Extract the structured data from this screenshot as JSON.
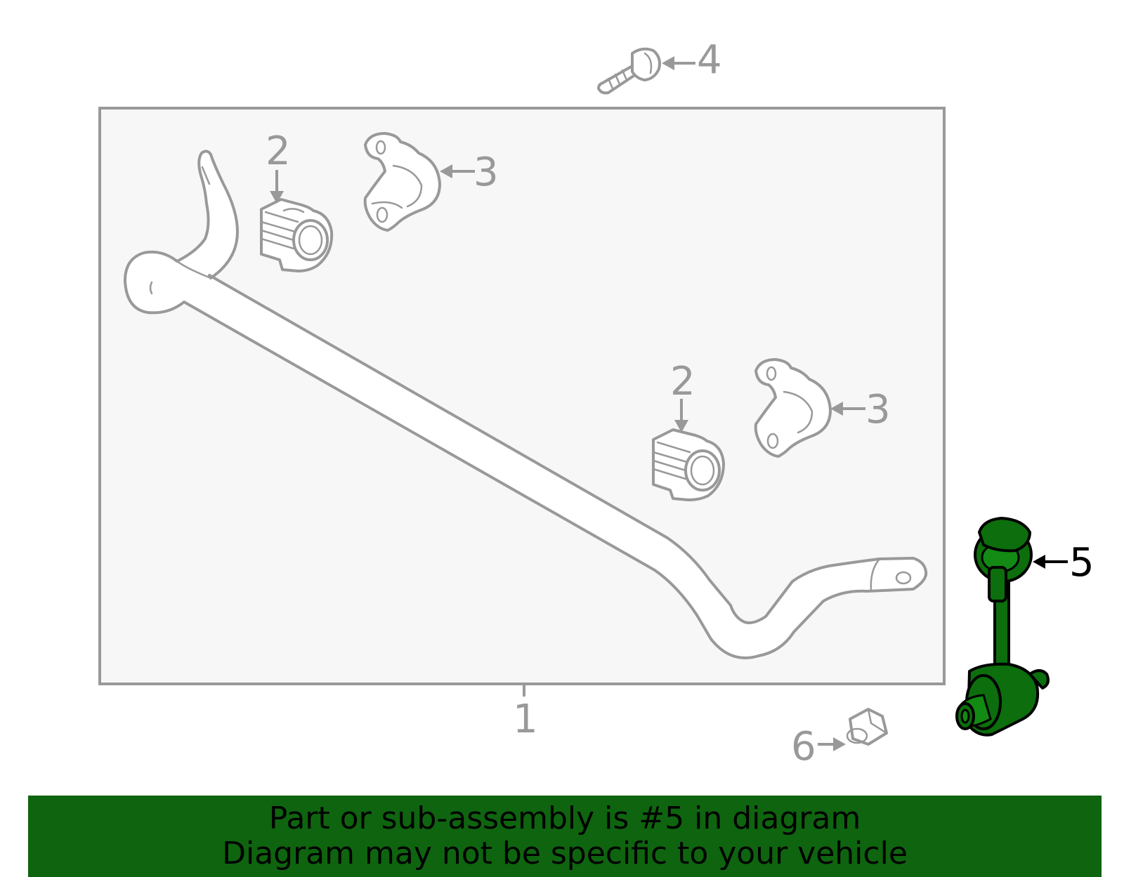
{
  "callouts": {
    "c1": "1",
    "c2a": "2",
    "c2b": "2",
    "c3a": "3",
    "c3b": "3",
    "c4": "4",
    "c5": "5",
    "c6": "6"
  },
  "highlighted_part": "5",
  "colors": {
    "highlight": "#0c6e0c",
    "parts_outline": "#999999",
    "banner_bg": "#0f640f"
  },
  "banner": {
    "line1": "Part or sub-assembly is #5 in diagram",
    "line2": "Diagram may not be specific to your vehicle"
  }
}
